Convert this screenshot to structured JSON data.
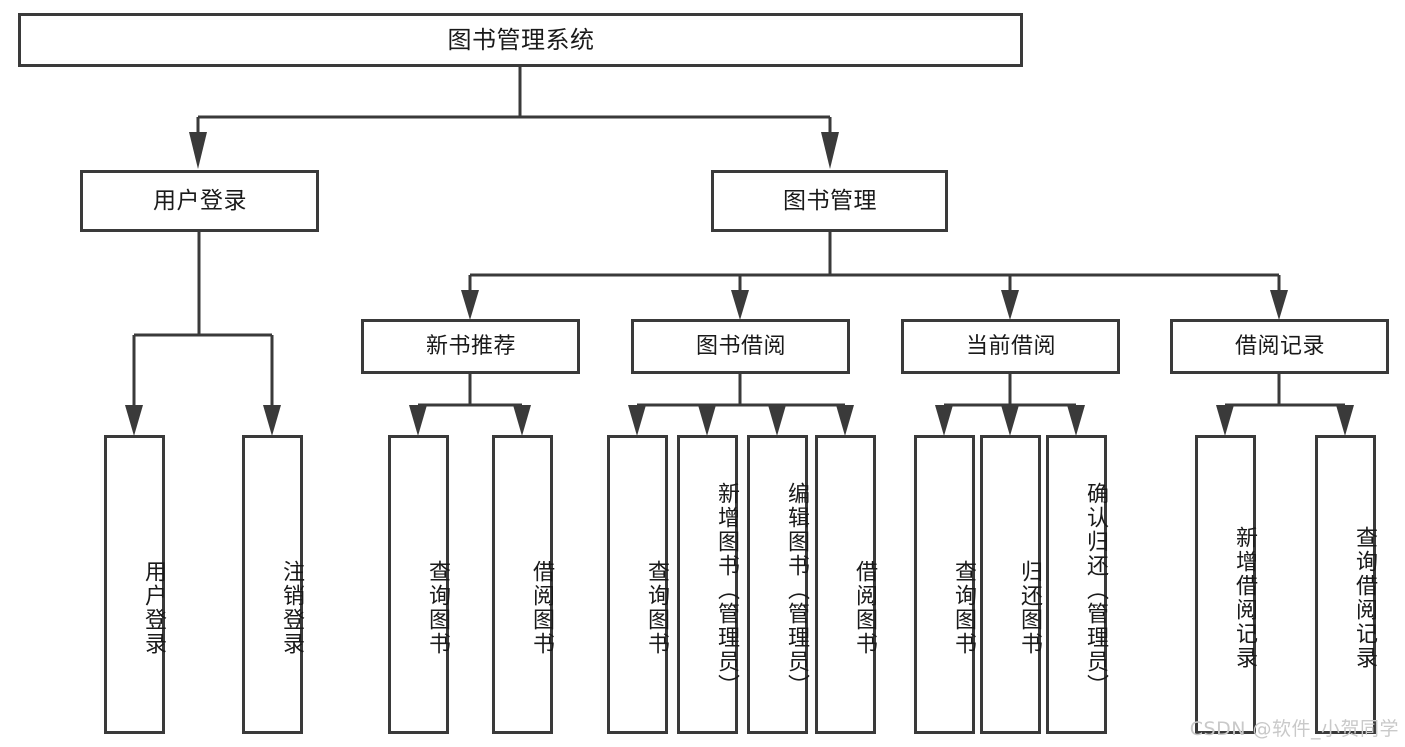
{
  "diagram": {
    "title": "图书管理系统",
    "type": "tree-hierarchy",
    "watermark": "CSDN @软件_小贺同学",
    "colors": {
      "stroke": "#3a3a3a",
      "fill": "#ffffff",
      "text": "#1a1a1a",
      "watermark": "#c9c9c9"
    },
    "root": {
      "label": "图书管理系统"
    },
    "level1": [
      {
        "label": "用户登录"
      },
      {
        "label": "图书管理"
      }
    ],
    "level2": [
      {
        "label": "新书推荐"
      },
      {
        "label": "图书借阅"
      },
      {
        "label": "当前借阅"
      },
      {
        "label": "借阅记录"
      }
    ],
    "leaves": {
      "user_login": [
        {
          "label": "用户登录"
        },
        {
          "label": "注销登录"
        }
      ],
      "new_book": [
        {
          "label": "查询图书"
        },
        {
          "label": "借阅图书"
        }
      ],
      "book_borrow": [
        {
          "label": "查询图书"
        },
        {
          "label": "新增图书（管理员）"
        },
        {
          "label": "编辑图书（管理员）"
        },
        {
          "label": "借阅图书"
        }
      ],
      "current_borrow": [
        {
          "label": "查询图书"
        },
        {
          "label": "归还图书"
        },
        {
          "label": "确认归还（管理员）"
        }
      ],
      "borrow_record": [
        {
          "label": "新增借阅记录"
        },
        {
          "label": "查询借阅记录"
        }
      ]
    }
  }
}
